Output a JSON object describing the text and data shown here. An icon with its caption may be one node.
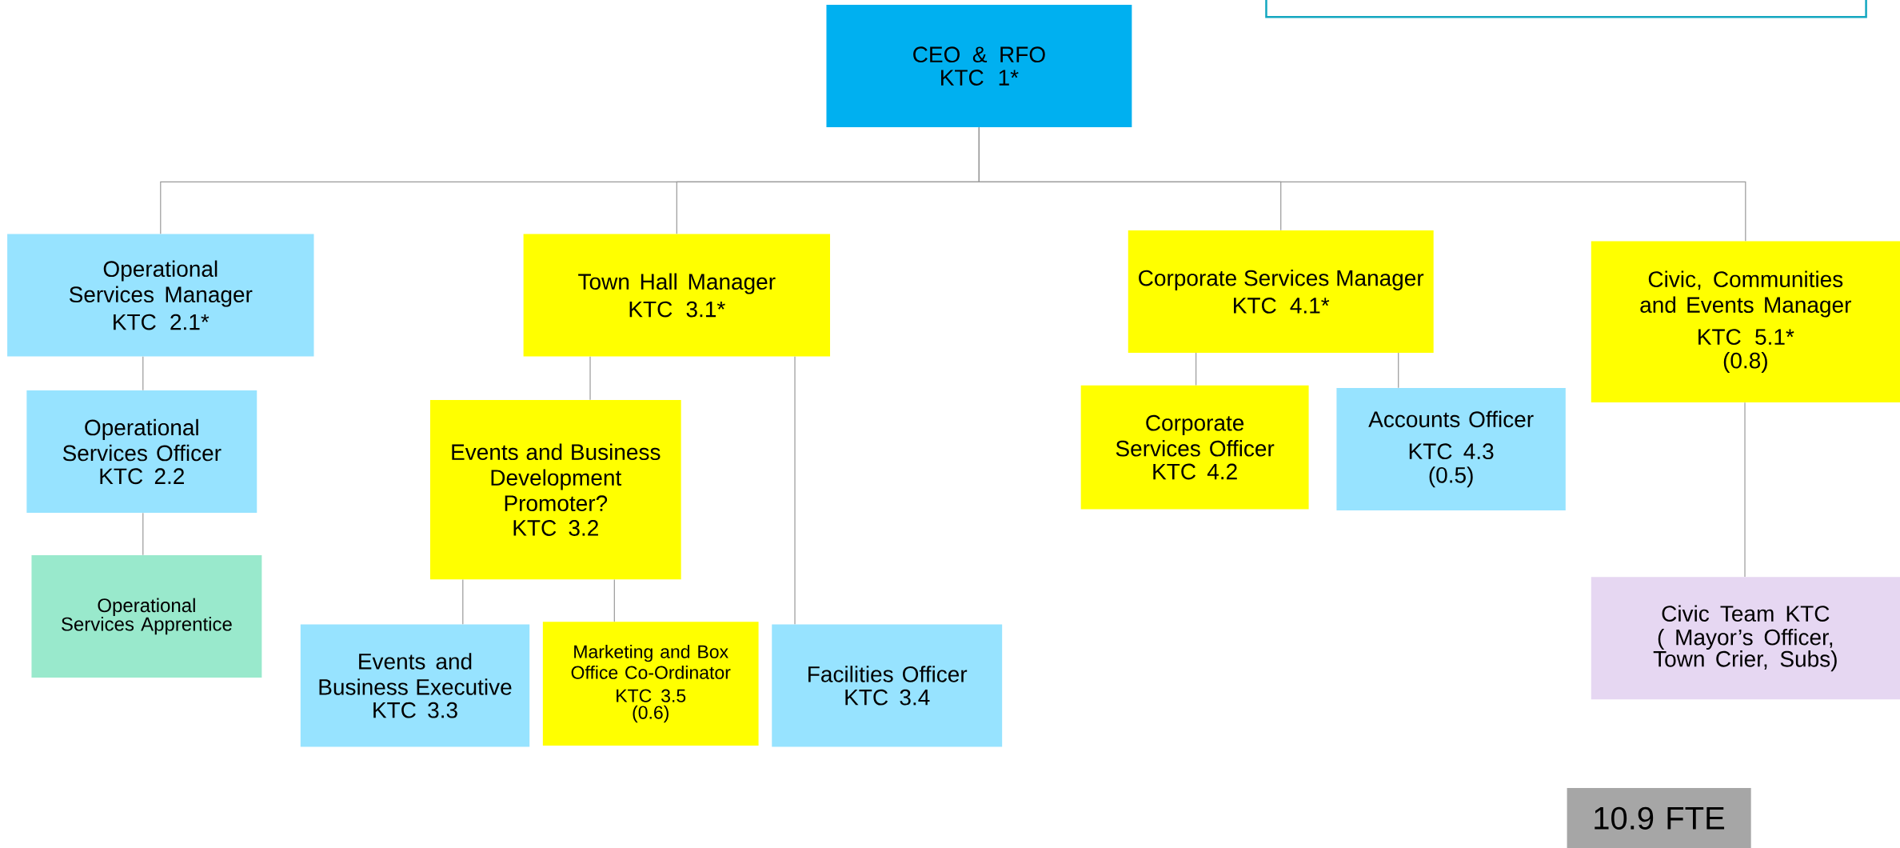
{
  "diagram": {
    "nodes": [
      {
        "text": [
          "CEO & RFO",
          "KTC 1*"
        ]
      },
      {
        "text": [],
        "shape": "box"
      },
      {
        "text": [
          "Operational Services Manager",
          "KTC 2.1*"
        ]
      },
      {
        "text": [
          "Operational Services Officer",
          "KTC 2.2"
        ]
      },
      {
        "text": [
          "Operational Services Apprentice"
        ]
      },
      {
        "text": [
          "Town Hall Manager",
          "KTC 3.1*"
        ]
      },
      {
        "text": [
          "Events and Business Development Promoter?",
          "KTC 3.2"
        ]
      },
      {
        "text": [
          "Events and Business Executive",
          "KTC 3.3"
        ]
      },
      {
        "text": [
          "Marketing and Box Office Co-Ordinator",
          "KTC 3.5",
          "(0.6)"
        ]
      },
      {
        "text": [
          "Facilities Officer",
          "KTC 3.4"
        ]
      },
      {
        "text": [
          "Corporate Services Manager",
          "KTC 4.1*"
        ]
      },
      {
        "text": [
          "Corporate Services Officer",
          "KTC 4.2"
        ]
      },
      {
        "text": [
          "Accounts Officer",
          "KTC 4.3",
          "(0.5)"
        ]
      },
      {
        "text": [
          "Civic, Communities and Events Manager",
          "KTC 5.1*",
          "(0.8)"
        ]
      },
      {
        "text": [
          "Civic Team KTC",
          "( Mayor’s Officer, Town Crier, Subs)"
        ]
      },
      {
        "text": [
          "10.9 FTE"
        ]
      }
    ],
    "edges": [
      {
        "from": 0,
        "to": 2,
        "arrow": "none"
      },
      {
        "from": 0,
        "to": 5,
        "arrow": "none"
      },
      {
        "from": 0,
        "to": 10,
        "arrow": "none"
      },
      {
        "from": 0,
        "to": 13,
        "arrow": "none"
      },
      {
        "from": 2,
        "to": 3,
        "arrow": "none"
      },
      {
        "from": 3,
        "to": 4,
        "arrow": "none"
      },
      {
        "from": 5,
        "to": 6,
        "arrow": "none"
      },
      {
        "from": 5,
        "to": 9,
        "arrow": "none"
      },
      {
        "from": 6,
        "to": 7,
        "arrow": "none"
      },
      {
        "from": 6,
        "to": 8,
        "arrow": "none"
      },
      {
        "from": 10,
        "to": 11,
        "arrow": "none"
      },
      {
        "from": 10,
        "to": 12,
        "arrow": "none"
      },
      {
        "from": 13,
        "to": 14,
        "arrow": "none"
      }
    ]
  }
}
